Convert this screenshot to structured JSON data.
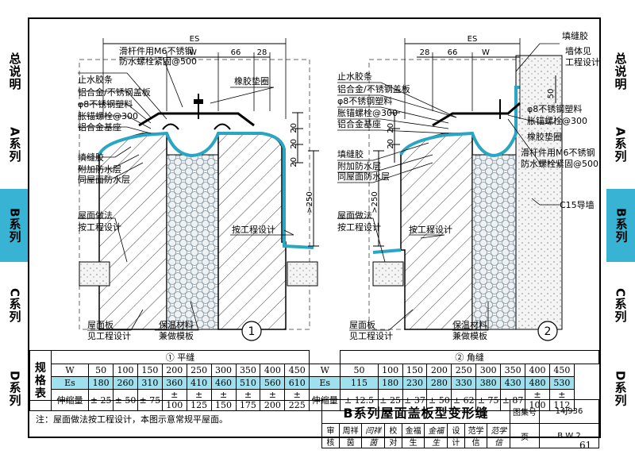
{
  "side_nav": [
    {
      "label": "总说明",
      "active": false
    },
    {
      "label": "A系列",
      "active": false
    },
    {
      "label": "B系列",
      "active": true
    },
    {
      "label": "C系列",
      "active": false
    },
    {
      "label": "D系列",
      "active": false
    }
  ],
  "colors": {
    "accent": "#39b3d4",
    "table_highlight": "#9ee0ee",
    "membrane": "#2aa6c4",
    "insulation": "#dfe6ea"
  },
  "drawing1": {
    "number": "1",
    "dims": {
      "es": "ES",
      "w": "W",
      "d66": "66",
      "d28": "28",
      "d20a": "20",
      "d20b": "20",
      "d20c": "20",
      "d250": ">250"
    },
    "labels": {
      "rod": "滑杆件用M6不锈钢",
      "rod2": "防水螺栓紧固@500",
      "seal": "止水胶条",
      "cover": "铝合金/不锈钢盖板",
      "strip": "φ8不锈钢塑料",
      "anchor": "胀锚螺栓@300",
      "base": "铝合金基座",
      "gasket": "橡胶垫圈",
      "filler": "填缝胶",
      "add_wp": "附加防水层",
      "same_wp": "同屋面防水层",
      "roof_method": "屋面做法",
      "roof_method2": "按工程设计",
      "per_design": "按工程设计",
      "slab": "屋面板",
      "slab2": "见工程设计",
      "insul": "保温材料",
      "insul2": "兼做模板"
    }
  },
  "drawing2": {
    "number": "2",
    "dims": {
      "es": "ES",
      "w": "W",
      "d28": "28",
      "d66": "66",
      "d50": "50",
      "d20a": "20",
      "d20b": "20",
      "d250": ">250"
    },
    "labels": {
      "filler_top": "填缝胶",
      "wall": "墙体见",
      "wall2": "工程设计",
      "seal": "止水胶条",
      "cover": "铝合金/不锈钢盖板",
      "strip": "φ8不锈钢塑料",
      "anchor": "胀锚螺栓@300",
      "base": "铝合金基座",
      "strip_r": "φ8不锈钢塑料",
      "anchor_r": "胀锚螺栓@300",
      "gasket": "橡胶垫圈",
      "rod": "滑杆件用M6不锈钢",
      "rod2": "防水螺栓紧固@500",
      "filler": "填缝胶",
      "add_wp": "附加防水层",
      "same_wp": "同屋面防水层",
      "guide": "C15导墙",
      "roof_method": "屋面做法",
      "roof_method2": "按工程设计",
      "per_design": "按工程设计",
      "slab": "屋面板",
      "slab2": "见工程设计",
      "insul": "保温材料",
      "insul2": "兼做模板"
    }
  },
  "spec_table": {
    "label": "规格表",
    "group1": "① 平缝",
    "group2": "② 角缝",
    "row_labels": [
      "W",
      "Es",
      "伸缩量"
    ],
    "flat": {
      "W": [
        "50",
        "100",
        "150",
        "200",
        "250",
        "300",
        "350",
        "400",
        "450"
      ],
      "Es": [
        "180",
        "260",
        "310",
        "360",
        "410",
        "460",
        "510",
        "560",
        "610"
      ],
      "stretch": [
        "± 25",
        "± 50",
        "± 75",
        "± 100",
        "± 125",
        "± 150",
        "± 175",
        "± 200",
        "± 225"
      ]
    },
    "corner": {
      "W": [
        "50",
        "100",
        "150",
        "200",
        "250",
        "300",
        "350",
        "400",
        "450"
      ],
      "Es": [
        "115",
        "180",
        "230",
        "280",
        "330",
        "380",
        "430",
        "480",
        "530"
      ],
      "stretch": [
        "± 12.5",
        "± 25",
        "± 37",
        "± 50",
        "± 62",
        "± 75",
        "± 87",
        "± 100",
        "± 112"
      ]
    }
  },
  "note": "注：屋面做法按工程设计，本图示意常规平屋面。",
  "title_block": {
    "title": "B系列屋面盖板型变形缝",
    "atlas_label": "图集号",
    "atlas_no": "14J936",
    "review": "审核",
    "reviewer": "周祥茵",
    "reviewer_sig": "闫祥茵",
    "check": "校对",
    "checker": "金福生",
    "checker_sig": "金福生",
    "design": "设计",
    "designer": "范学信",
    "designer_sig": "范学信",
    "page_label": "页",
    "page_no": "B W 2"
  },
  "page_number": "61"
}
